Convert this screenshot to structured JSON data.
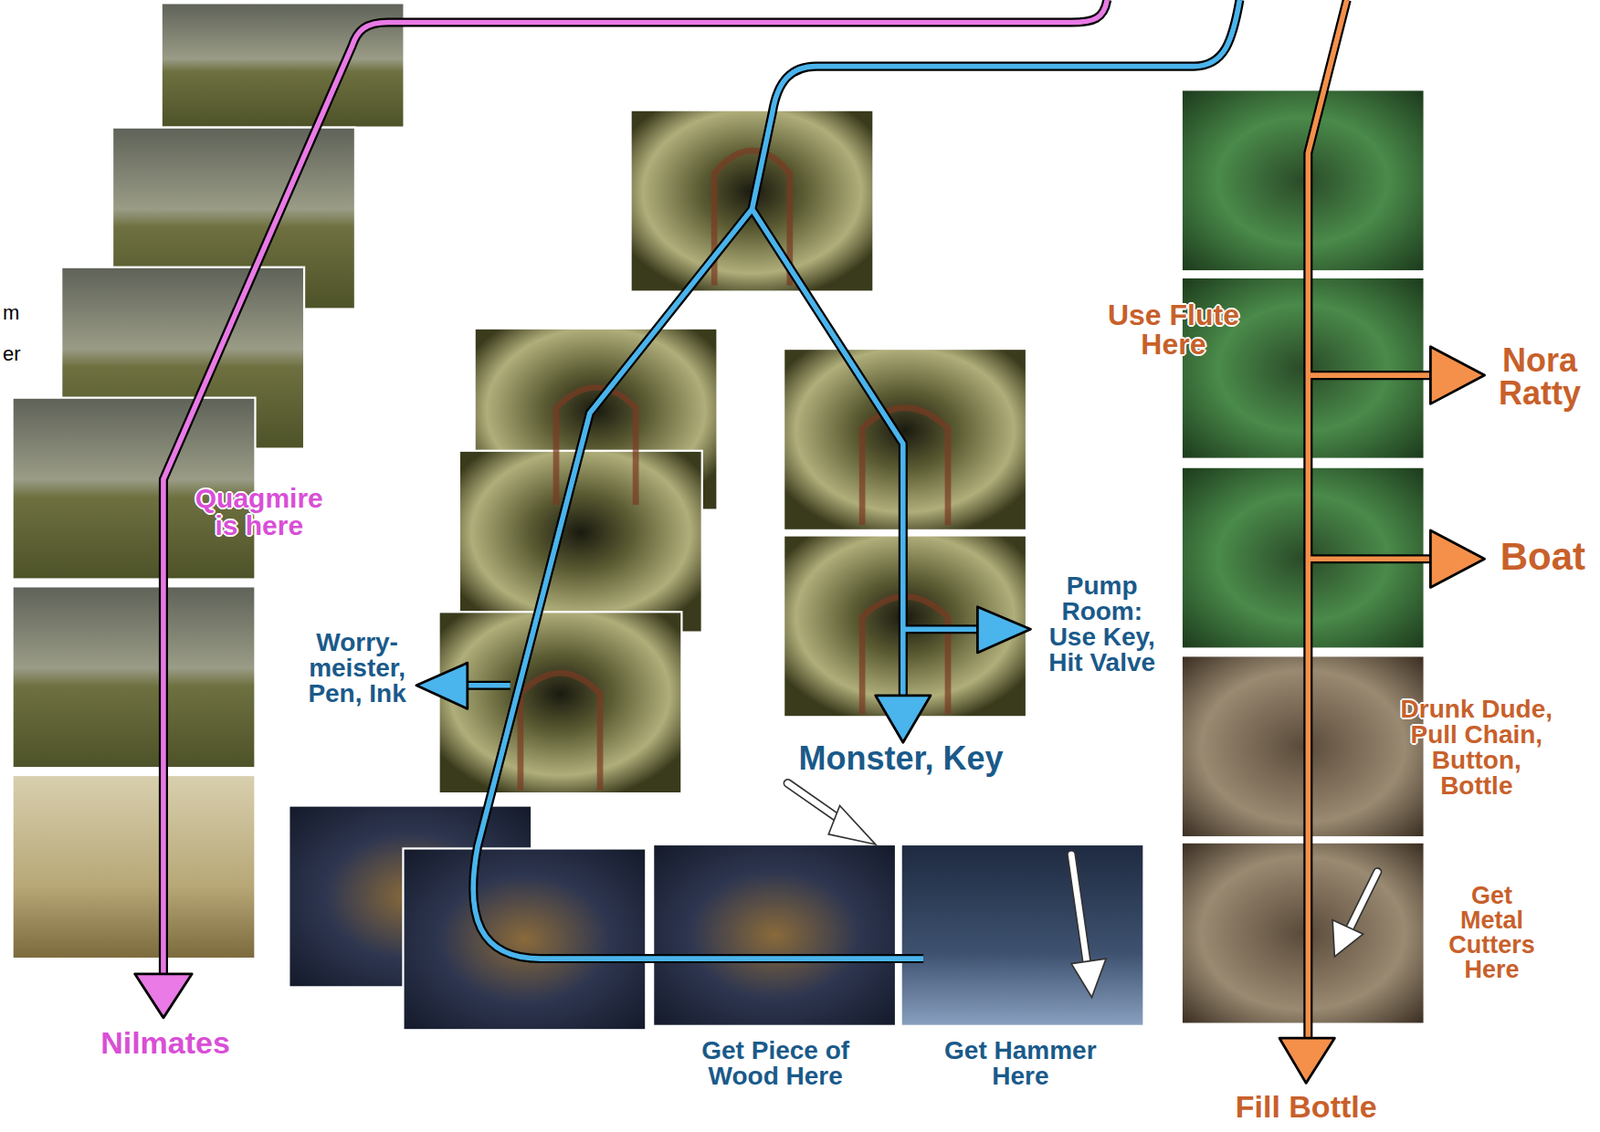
{
  "diagram": {
    "labels": [
      "m",
      "er",
      "Quagmire is here",
      "Nilmates",
      "Worry-meister, Pen, Ink",
      "Pump Room: Use Key, Hit Valve",
      "Monster, Key",
      "Get Piece of Wood Here",
      "Get Hammer Here",
      "Use Flute Here",
      "Nora Ratty",
      "Boat",
      "Drunk Dude, Pull Chain, Button, Bottle",
      "Get Metal Cutters Here",
      "Fill Bottle"
    ]
  }
}
